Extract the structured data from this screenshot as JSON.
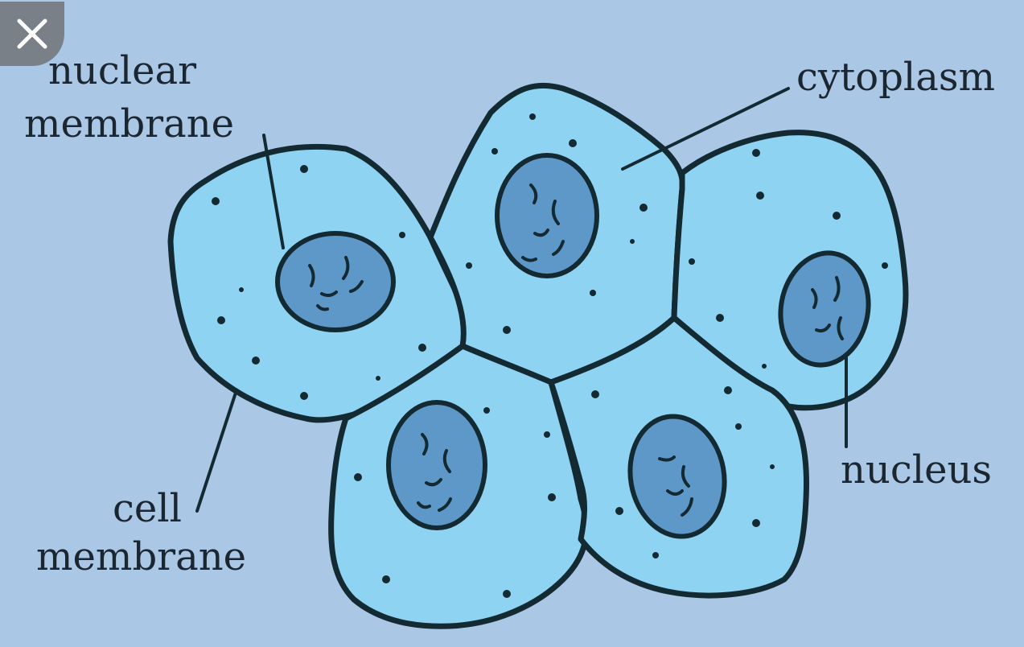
{
  "labels": {
    "nuclear_membrane_line1": "nuclear",
    "nuclear_membrane_line2": "membrane",
    "cytoplasm": "cytoplasm",
    "nucleus": "nucleus",
    "cell_membrane_line1": "cell",
    "cell_membrane_line2": "membrane"
  },
  "close_icon": "close-icon",
  "colors": {
    "background": "#aac8e6",
    "cytoplasm": "#8fd3f2",
    "nucleus": "#5e98c8",
    "outline": "#142a33",
    "close_button": "#7a8088"
  }
}
